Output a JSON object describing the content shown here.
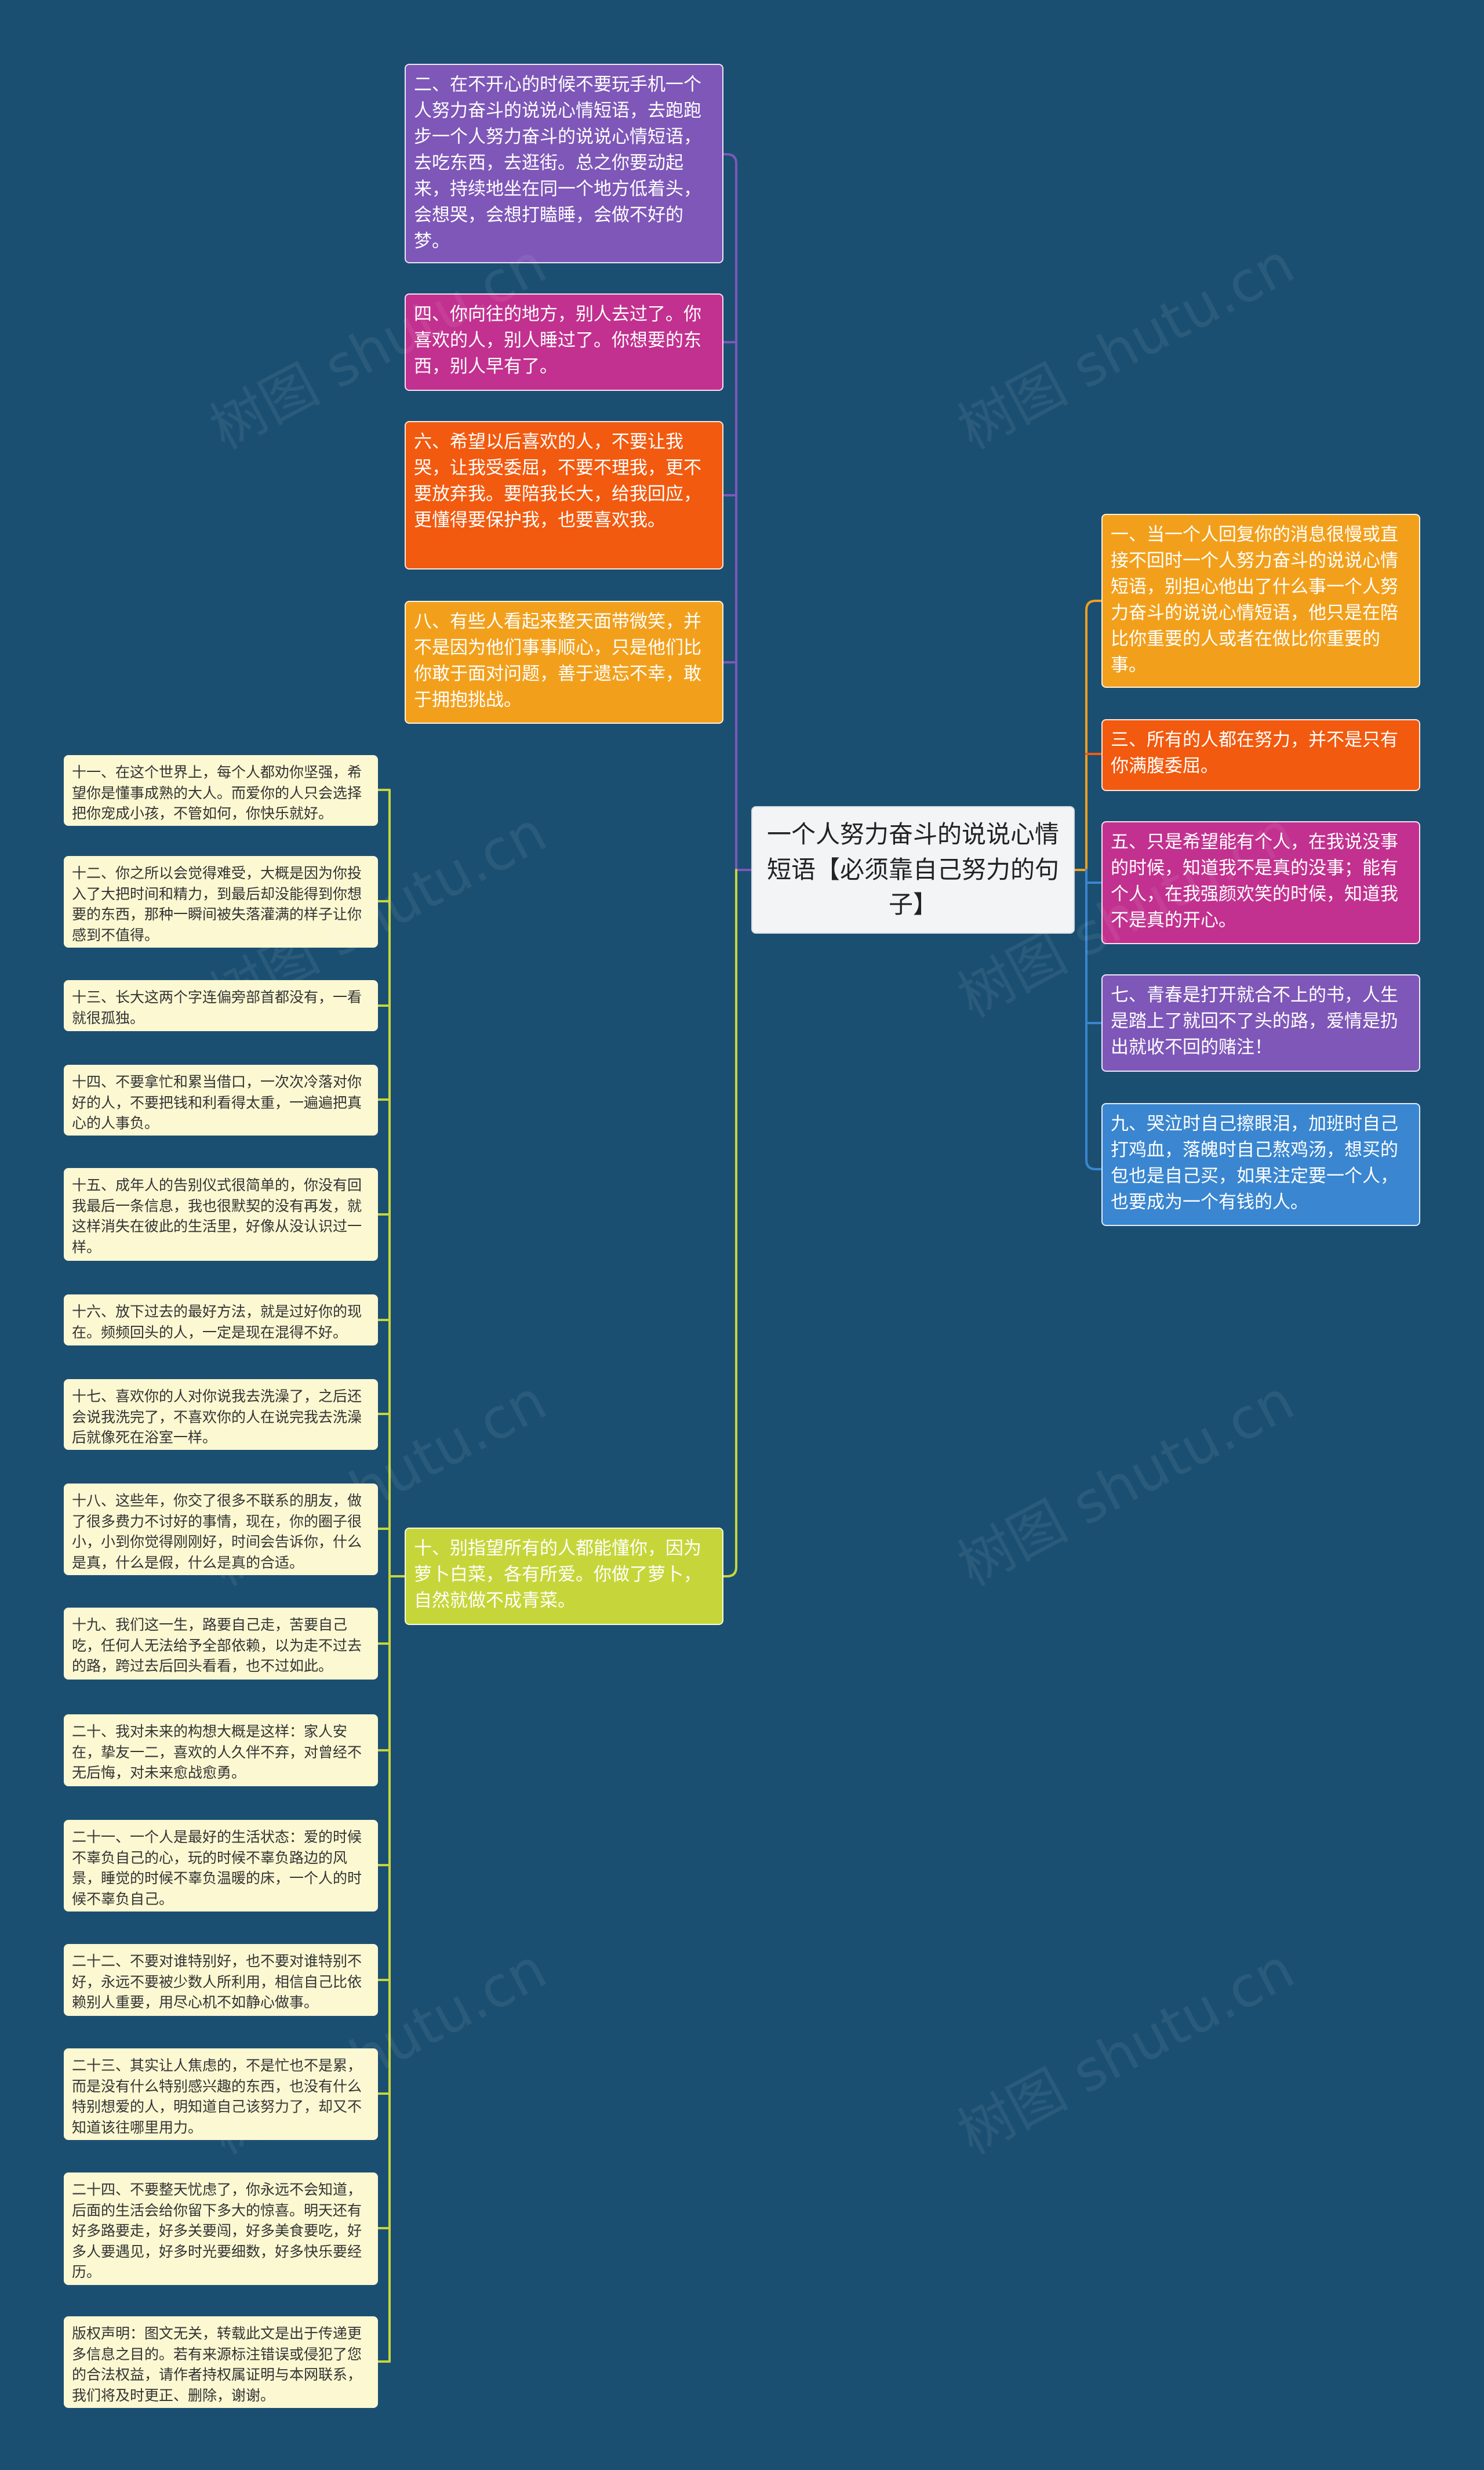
{
  "root": {
    "title": "一个人努力奋斗的说说心情短语【必须靠自己努力的句子】"
  },
  "colors": {
    "background": "#1b4f72",
    "purple": "#7e57b8",
    "magenta": "#c2318f",
    "orange_red": "#f25a0f",
    "amber": "#f2a01c",
    "yellow_green": "#c6d63a",
    "blue": "#3a86d0",
    "leaf": "#fbf8d2"
  },
  "left_branches": [
    {
      "text": "二、在不开心的时候不要玩手机一个人努力奋斗的说说心情短语，去跑跑步一个人努力奋斗的说说心情短语，去吃东西，去逛街。总之你要动起来，持续地坐在同一个地方低着头，会想哭，会想打瞌睡，会做不好的梦。"
    },
    {
      "text": "四、你向往的地方，别人去过了。你喜欢的人，别人睡过了。你想要的东西，别人早有了。"
    },
    {
      "text": "六、希望以后喜欢的人，不要让我哭，让我受委屈，不要不理我，更不要放弃我。要陪我长大，给我回应，更懂得要保护我，也要喜欢我。"
    },
    {
      "text": "八、有些人看起来整天面带微笑，并不是因为他们事事顺心，只是他们比你敢于面对问题，善于遗忘不幸，敢于拥抱挑战。"
    },
    {
      "text": "十、别指望所有的人都能懂你，因为萝卜白菜，各有所爱。你做了萝卜，自然就做不成青菜。"
    }
  ],
  "right_branches": [
    {
      "text": "一、当一个人回复你的消息很慢或直接不回时一个人努力奋斗的说说心情短语，别担心他出了什么事一个人努力奋斗的说说心情短语，他只是在陪比你重要的人或者在做比你重要的事。"
    },
    {
      "text": "三、所有的人都在努力，并不是只有你满腹委屈。"
    },
    {
      "text": "五、只是希望能有个人，在我说没事的时候，知道我不是真的没事；能有个人，在我强颜欢笑的时候，知道我不是真的开心。"
    },
    {
      "text": "七、青春是打开就合不上的书，人生是踏上了就回不了头的路，爱情是扔出就收不回的赌注！"
    },
    {
      "text": "九、哭泣时自己擦眼泪，加班时自己打鸡血，落魄时自己熬鸡汤，想买的包也是自己买，如果注定要一个人，也要成为一个有钱的人。"
    }
  ],
  "leaves": [
    {
      "text": "十一、在这个世界上，每个人都劝你坚强，希望你是懂事成熟的大人。而爱你的人只会选择把你宠成小孩，不管如何，你快乐就好。"
    },
    {
      "text": "十二、你之所以会觉得难受，大概是因为你投入了大把时间和精力，到最后却没能得到你想要的东西，那种一瞬间被失落灌满的样子让你感到不值得。"
    },
    {
      "text": "十三、长大这两个字连偏旁部首都没有，一看就很孤独。"
    },
    {
      "text": "十四、不要拿忙和累当借口，一次次冷落对你好的人，不要把钱和利看得太重，一遍遍把真心的人事负。"
    },
    {
      "text": "十五、成年人的告别仪式很简单的，你没有回我最后一条信息，我也很默契的没有再发，就这样消失在彼此的生活里，好像从没认识过一样。"
    },
    {
      "text": "十六、放下过去的最好方法，就是过好你的现在。频频回头的人，一定是现在混得不好。"
    },
    {
      "text": "十七、喜欢你的人对你说我去洗澡了，之后还会说我洗完了，不喜欢你的人在说完我去洗澡后就像死在浴室一样。"
    },
    {
      "text": "十八、这些年，你交了很多不联系的朋友，做了很多费力不讨好的事情，现在，你的圈子很小，小到你觉得刚刚好，时间会告诉你，什么是真，什么是假，什么是真的合适。"
    },
    {
      "text": "十九、我们这一生，路要自己走，苦要自己吃，任何人无法给予全部依赖，以为走不过去的路，跨过去后回头看看，也不过如此。"
    },
    {
      "text": "二十、我对未来的构想大概是这样：家人安在，挚友一二，喜欢的人久伴不弃，对曾经不无后悔，对未来愈战愈勇。"
    },
    {
      "text": "二十一、一个人是最好的生活状态：爱的时候不辜负自己的心，玩的时候不辜负路边的风景，睡觉的时候不辜负温暖的床，一个人的时候不辜负自己。"
    },
    {
      "text": "二十二、不要对谁特别好，也不要对谁特别不好，永远不要被少数人所利用，相信自己比依赖别人重要，用尽心机不如静心做事。"
    },
    {
      "text": "二十三、其实让人焦虑的，不是忙也不是累，而是没有什么特别感兴趣的东西，也没有什么特别想爱的人，明知道自己该努力了，却又不知道该往哪里用力。"
    },
    {
      "text": "二十四、不要整天忧虑了，你永远不会知道，后面的生活会给你留下多大的惊喜。明天还有好多路要走，好多关要闯，好多美食要吃，好多人要遇见，好多时光要细数，好多快乐要经历。"
    },
    {
      "text": "版权声明：图文无关，转载此文是出于传递更多信息之目的。若有来源标注错误或侵犯了您的合法权益，请作者持权属证明与本网联系，我们将及时更正、删除，谢谢。"
    }
  ],
  "watermark": "树图 shutu.cn"
}
